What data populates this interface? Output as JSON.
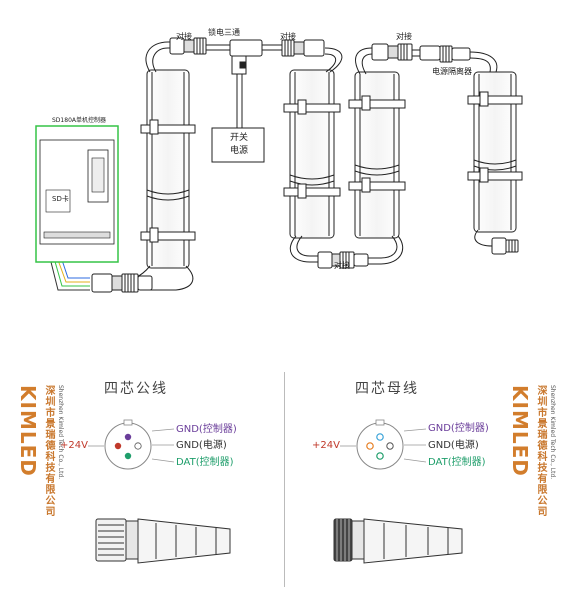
{
  "diagram": {
    "labels": {
      "pair_top_left": "对接",
      "splitter": "锁电三通",
      "pair_top_mid": "对接",
      "pair_top_right": "对接",
      "power_splitter": "电源隔离器",
      "power_box_line1": "开关",
      "power_box_line2": "电源",
      "controller_title": "SD180A单机控制器",
      "sd_card": "SD卡",
      "pair_bottom": "对接"
    }
  },
  "connectors": {
    "male": {
      "title": "四芯公线",
      "v24": "+24V",
      "gnd_ctrl": "GND(控制器)",
      "gnd_power": "GND(电源)",
      "dat_ctrl": "DAT(控制器)"
    },
    "female": {
      "title": "四芯母线",
      "v24": "+24V",
      "gnd_ctrl": "GND(控制器)",
      "gnd_power": "GND(电源)",
      "dat_ctrl": "DAT(控制器)"
    }
  },
  "brand": {
    "name": "KIMLED",
    "company_cn": "深圳市景瑞德科技有限公司",
    "company_en": "Shenzhen Kimled Tech Co., Ltd."
  },
  "colors": {
    "brand": "#d27d2c",
    "v24": "#c0392b",
    "gnd_ctrl": "#6a3d9a",
    "gnd_power": "#333333",
    "dat": "#1f9e6b",
    "controller_border": "#35c447"
  }
}
